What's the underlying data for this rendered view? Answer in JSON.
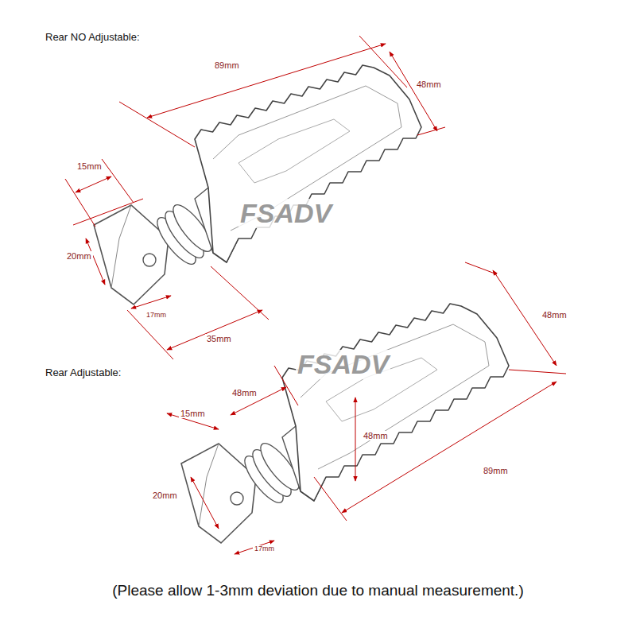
{
  "diagram": {
    "caption": "(Please allow 1-3mm deviation due to manual measurement.)",
    "labels": [
      "Rear NO Adjustable:",
      "89mm",
      "48mm",
      "15mm",
      "20mm",
      "17mm",
      "35mm",
      "FSADV",
      "Rear Adjustable:",
      "48mm",
      "48mm",
      "15mm",
      "48mm",
      "89mm",
      "20mm",
      "17mm",
      "FSADV"
    ]
  }
}
